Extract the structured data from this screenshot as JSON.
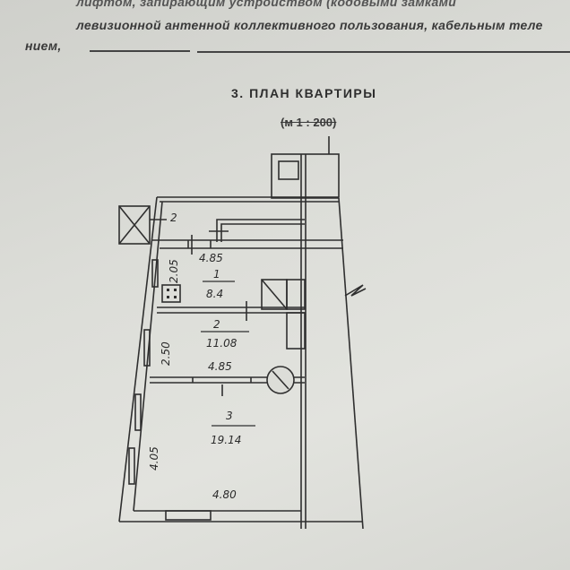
{
  "document": {
    "text_lines": [
      "лифтом, запирающим устройством (кодовыми замками",
      "левизионной антенной коллективного пользования, кабельным теле",
      "нием,"
    ],
    "section_title": "3. ПЛАН КВАРТИРЫ",
    "scale": "(м 1 : 200)"
  },
  "plan": {
    "balcony_label": "2",
    "rooms": [
      {
        "number": "1",
        "area": "8.4",
        "width": "4.85",
        "depth": "2.05"
      },
      {
        "number": "2",
        "area": "11.08",
        "width": "4.85",
        "depth": "2.50"
      },
      {
        "number": "3",
        "area": "19.14",
        "width": "4.80",
        "depth": "4.05"
      }
    ]
  }
}
